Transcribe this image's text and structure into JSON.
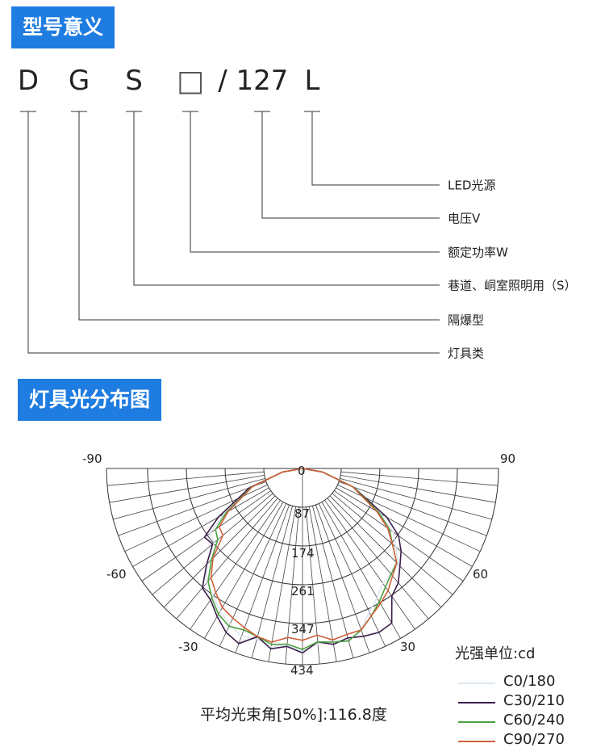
{
  "section1": {
    "title": "型号意义"
  },
  "model": {
    "letters": [
      "D",
      "G",
      "S",
      "□",
      "/",
      "127",
      "L"
    ],
    "meanings": [
      "LED光源",
      "电压V",
      "额定功率W",
      "巷道、峒室照明用（S）",
      "隔爆型",
      "灯具类"
    ]
  },
  "section2": {
    "title": "灯具光分布图"
  },
  "chart_data": {
    "type": "polar",
    "angle_labels": [
      "-90",
      "90",
      "-60",
      "60",
      "-30",
      "30"
    ],
    "radial_ticks": [
      "0",
      "87",
      "174",
      "261",
      "347",
      "434"
    ],
    "rmax": 434,
    "unit_label": "光强单位:cd",
    "beam_angle": "平均光束角[50%]:116.8度",
    "angles": [
      -90,
      -80,
      -70,
      -60,
      -55,
      -50,
      -45,
      -40,
      -35,
      -30,
      -25,
      -20,
      -15,
      -10,
      -5,
      0,
      5,
      10,
      15,
      20,
      25,
      30,
      35,
      40,
      45,
      50,
      55,
      60,
      70,
      80,
      90
    ],
    "series": [
      {
        "name": "C0/180",
        "color": "#dde6ee",
        "values": [
          0,
          45,
          120,
          200,
          250,
          255,
          300,
          330,
          345,
          365,
          380,
          395,
          390,
          400,
          392,
          405,
          390,
          385,
          395,
          380,
          350,
          330,
          310,
          305,
          300,
          270,
          245,
          200,
          120,
          45,
          0
        ]
      },
      {
        "name": "C30/210",
        "color": "#3a1e4a",
        "values": [
          0,
          45,
          125,
          215,
          265,
          260,
          300,
          345,
          355,
          378,
          400,
          412,
          385,
          405,
          395,
          408,
          385,
          395,
          388,
          395,
          400,
          395,
          345,
          330,
          305,
          285,
          260,
          215,
          120,
          45,
          0
        ]
      },
      {
        "name": "C60/240",
        "color": "#4ca040",
        "values": [
          0,
          45,
          120,
          195,
          235,
          245,
          285,
          325,
          350,
          372,
          385,
          380,
          385,
          395,
          390,
          400,
          385,
          390,
          395,
          380,
          360,
          340,
          320,
          305,
          295,
          260,
          235,
          195,
          120,
          45,
          0
        ]
      },
      {
        "name": "C90/270",
        "color": "#d0603a",
        "values": [
          0,
          45,
          118,
          190,
          225,
          230,
          280,
          315,
          335,
          355,
          365,
          375,
          385,
          390,
          375,
          380,
          370,
          385,
          380,
          380,
          360,
          345,
          330,
          310,
          295,
          260,
          230,
          190,
          118,
          45,
          0
        ]
      }
    ]
  }
}
